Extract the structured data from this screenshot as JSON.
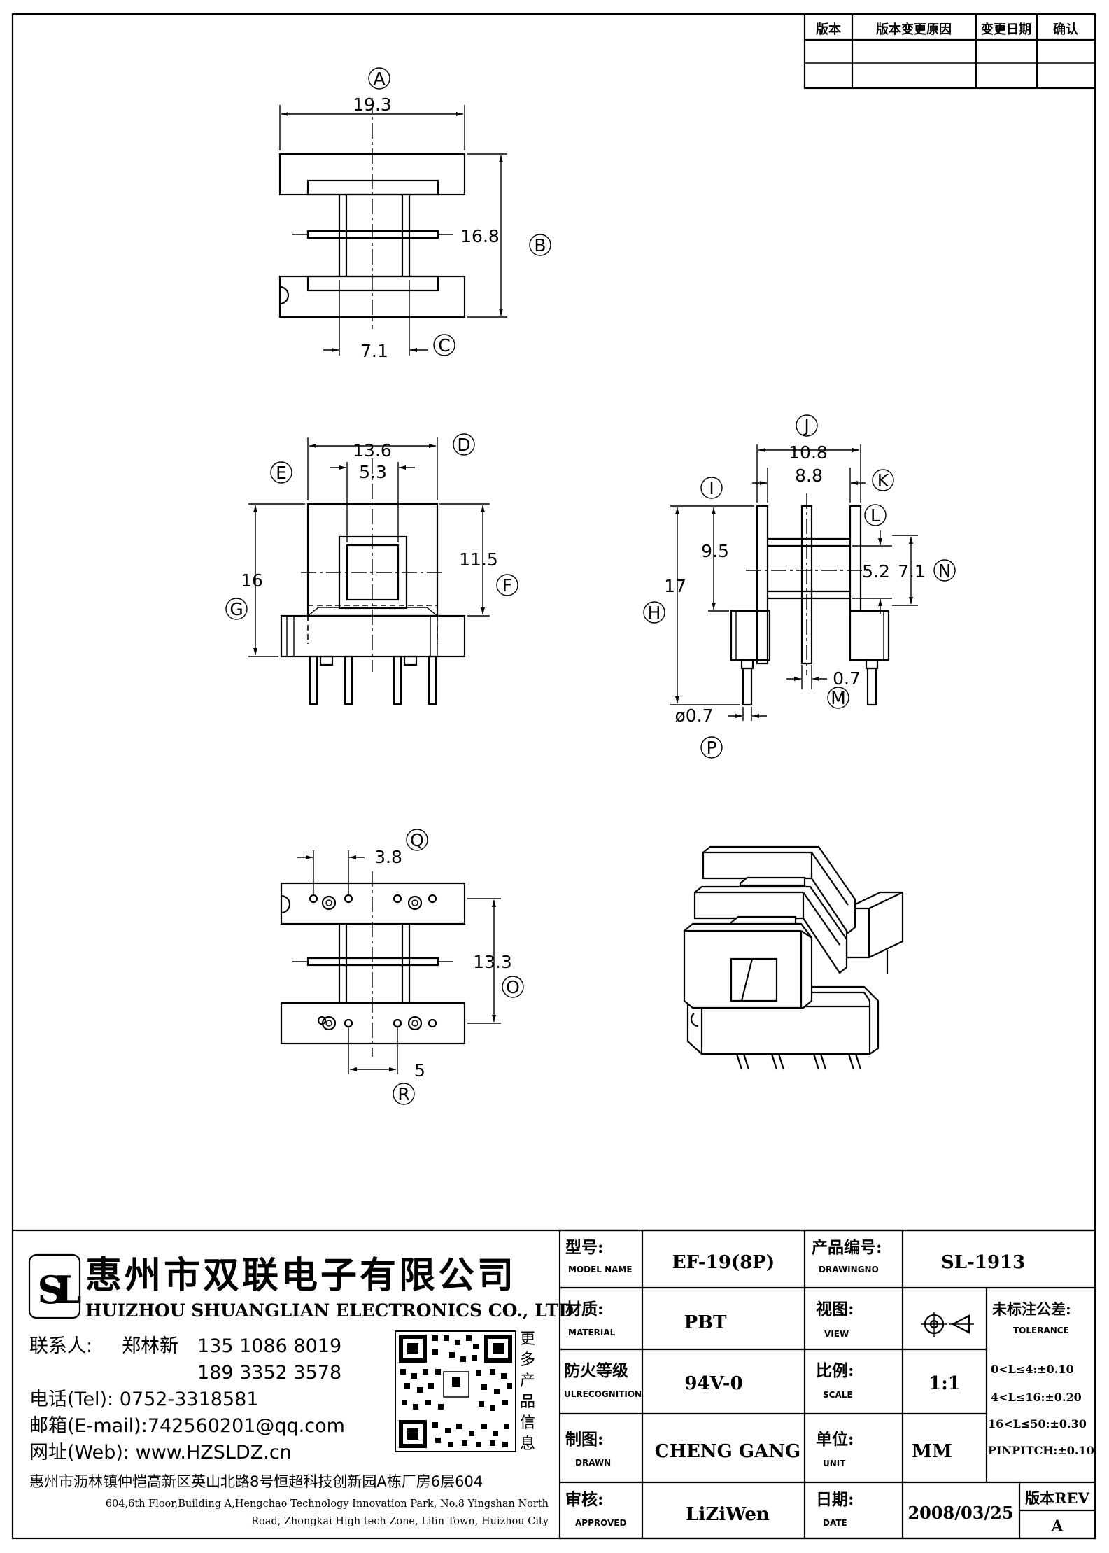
{
  "revision_table": {
    "headers": [
      "版本",
      "版本变更原因",
      "变更日期",
      "确认"
    ]
  },
  "view_top": {
    "dims": {
      "A": "19.3",
      "B": "16.8",
      "C": "7.1"
    },
    "labels": {
      "A": "A",
      "B": "B",
      "C": "C"
    }
  },
  "view_front": {
    "dims": {
      "D": "13.6",
      "E": "5.3",
      "F": "11.5",
      "G": "16"
    },
    "labels": {
      "D": "D",
      "E": "E",
      "F": "F",
      "G": "G"
    }
  },
  "view_side": {
    "dims": {
      "J": "10.8",
      "K": "8.8",
      "I": "9.5",
      "H": "17",
      "L": "5.2",
      "N": "7.1",
      "M": "0.7",
      "P": "ø0.7"
    },
    "labels": {
      "J": "J",
      "K": "K",
      "I": "I",
      "H": "H",
      "L": "L",
      "N": "N",
      "M": "M",
      "P": "P"
    }
  },
  "view_bottom": {
    "dims": {
      "Q": "3.8",
      "O": "13.3",
      "R": "5"
    },
    "labels": {
      "Q": "Q",
      "O": "O",
      "R": "R"
    }
  },
  "company": {
    "logo_letters": "SL",
    "name_cn": "惠州市双联电子有限公司",
    "name_en": "HUIZHOU SHUANGLIAN ELECTRONICS CO., LTD",
    "contact_label": "联系人:",
    "contact_name": "郑林新",
    "phone1": "135 1086 8019",
    "phone2": "189 3352 3578",
    "tel": "电话(Tel): 0752-3318581",
    "email": "邮箱(E-mail):742560201@qq.com",
    "web": "网址(Web): www.HZSLDZ.cn",
    "qr_side": [
      "更",
      "多",
      "产",
      "品",
      "信",
      "息"
    ],
    "address_cn": "惠州市沥林镇仲恺高新区英山北路8号恒超科技创新园A栋厂房6层604",
    "address_en_1": "604,6th Floor,Building A,Hengchao Technology Innovation Park, No.8 Yingshan North",
    "address_en_2": "Road, Zhongkai High tech Zone, Lilin Town, Huizhou City"
  },
  "title_block": {
    "model": {
      "label": "型号:",
      "sub": "MODEL NAME",
      "value": "EF-19(8P)"
    },
    "drawing": {
      "label": "产品编号:",
      "sub": "DRAWINGNO",
      "value": "SL-1913"
    },
    "material": {
      "label": "材质:",
      "sub": "MATERIAL",
      "value": "PBT"
    },
    "view": {
      "label": "视图:",
      "sub": "VIEW"
    },
    "tolerance": {
      "label": "未标注公差:",
      "sub": "TOLERANCE",
      "lines": [
        "0<L≤4:±0.10",
        "4<L≤16:±0.20",
        "16<L≤50:±0.30",
        "PINPITCH:±0.10"
      ]
    },
    "fire": {
      "label": "防火等级",
      "sub": "ULRECOGNITION",
      "value": "94V-0"
    },
    "scale": {
      "label": "比例:",
      "sub": "SCALE",
      "value": "1:1"
    },
    "drawn": {
      "label": "制图:",
      "sub": "DRAWN",
      "value": "CHENG GANG"
    },
    "unit": {
      "label": "单位:",
      "sub": "UNIT",
      "value": "MM"
    },
    "approved": {
      "label": "审核:",
      "sub": "APPROVED",
      "value": "LiZiWen"
    },
    "date": {
      "label": "日期:",
      "sub": "DATE",
      "value": "2008/03/25"
    },
    "rev": {
      "label": "版本REV",
      "value": "A"
    }
  }
}
